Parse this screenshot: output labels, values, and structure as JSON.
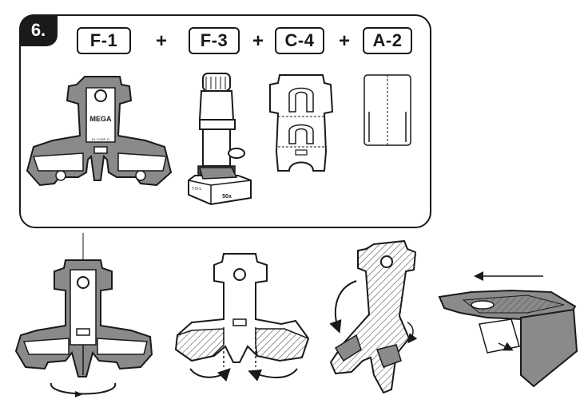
{
  "step": {
    "number": "6."
  },
  "parts": [
    {
      "id": "f1",
      "label": "F-1"
    },
    {
      "id": "f3",
      "label": "F-3"
    },
    {
      "id": "c4",
      "label": "C-4"
    },
    {
      "id": "a2",
      "label": "A-2"
    }
  ],
  "operators": {
    "plus": "+"
  },
  "microscope": {
    "zoom_label": "50x",
    "small_label": "T-D-L"
  },
  "part_f1": {
    "brand_text": "MEGA",
    "small_text": "A1 CODE 11"
  },
  "colors": {
    "ink": "#1a1a1a",
    "gray": "#8a8a8a",
    "light_gray": "#d9d9d9",
    "hatch": "#6a6a6a"
  }
}
